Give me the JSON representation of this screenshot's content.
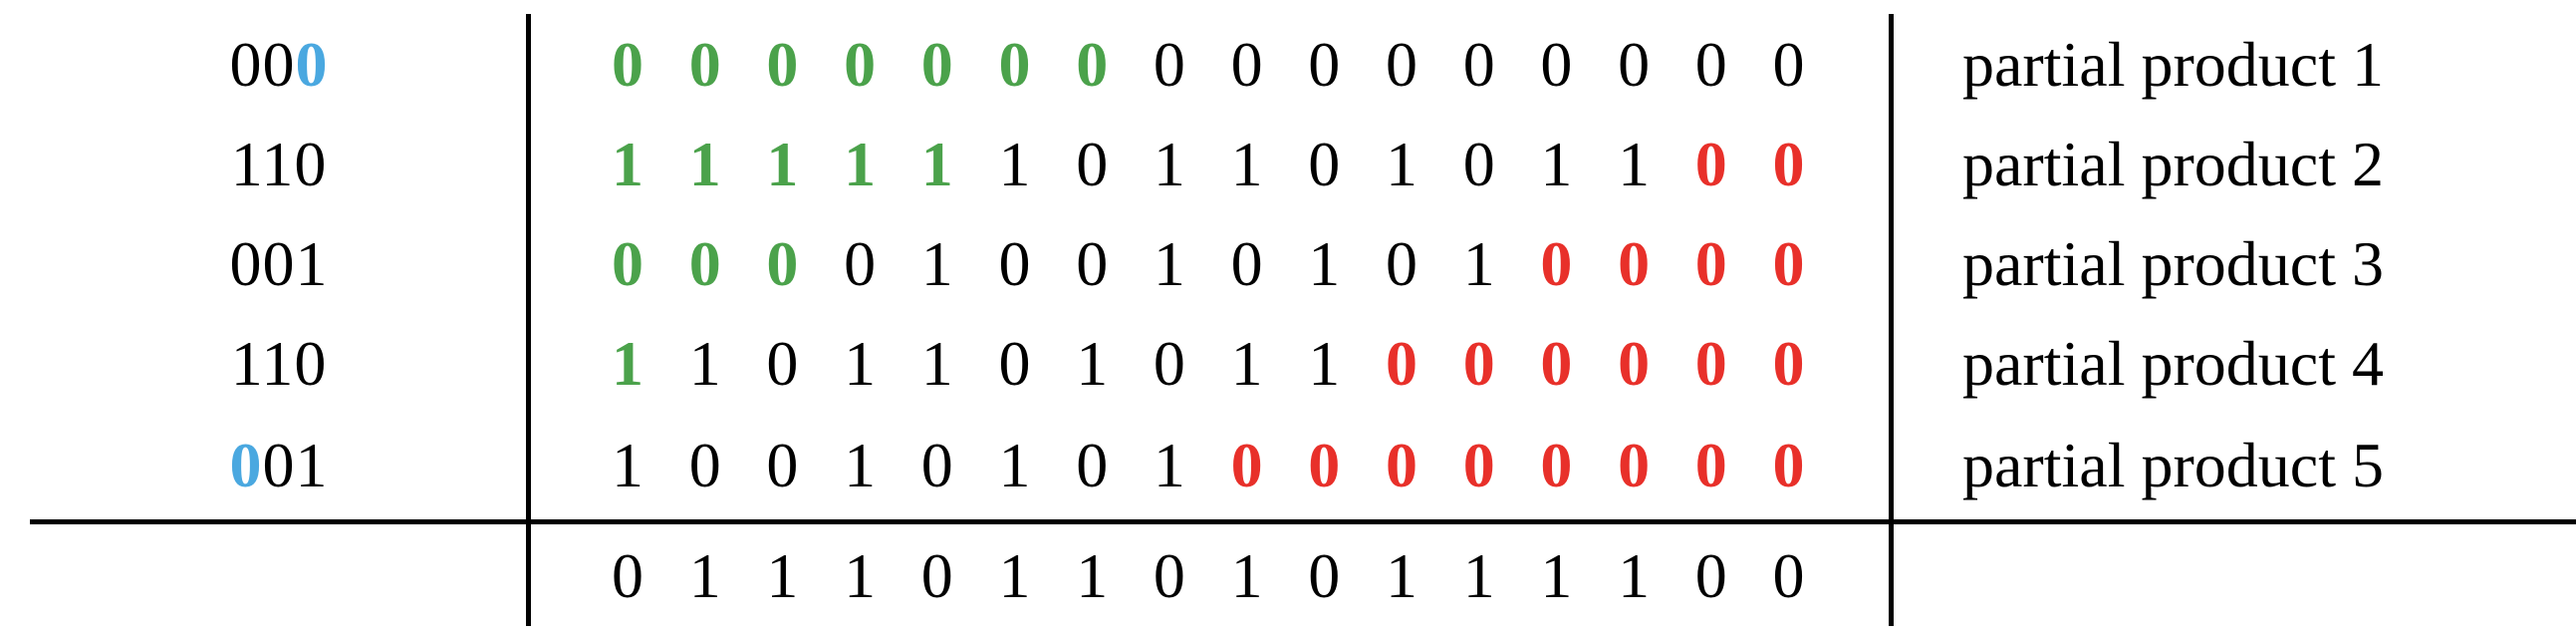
{
  "colors": {
    "default": "#000000",
    "sign_extension": "#4ba24b",
    "shifted_zero": "#e8302a",
    "booth_extra_bit": "#4aa8e0"
  },
  "rows": [
    {
      "booth": [
        {
          "text": "00",
          "color": "default"
        },
        {
          "text": "0",
          "color": "booth_extra_bit"
        }
      ],
      "bits": [
        "0",
        "0",
        "0",
        "0",
        "0",
        "0",
        "0",
        "0",
        "0",
        "0",
        "0",
        "0",
        "0",
        "0",
        "0",
        "0"
      ],
      "colors": [
        "sign_extension",
        "sign_extension",
        "sign_extension",
        "sign_extension",
        "sign_extension",
        "sign_extension",
        "sign_extension",
        "default",
        "default",
        "default",
        "default",
        "default",
        "default",
        "default",
        "default",
        "default"
      ],
      "label": "partial product 1"
    },
    {
      "booth": [
        {
          "text": "110",
          "color": "default"
        }
      ],
      "bits": [
        "1",
        "1",
        "1",
        "1",
        "1",
        "1",
        "0",
        "1",
        "1",
        "0",
        "1",
        "0",
        "1",
        "1",
        "0",
        "0"
      ],
      "colors": [
        "sign_extension",
        "sign_extension",
        "sign_extension",
        "sign_extension",
        "sign_extension",
        "default",
        "default",
        "default",
        "default",
        "default",
        "default",
        "default",
        "default",
        "default",
        "shifted_zero",
        "shifted_zero"
      ],
      "label": "partial product 2"
    },
    {
      "booth": [
        {
          "text": "001",
          "color": "default"
        }
      ],
      "bits": [
        "0",
        "0",
        "0",
        "0",
        "1",
        "0",
        "0",
        "1",
        "0",
        "1",
        "0",
        "1",
        "0",
        "0",
        "0",
        "0"
      ],
      "colors": [
        "sign_extension",
        "sign_extension",
        "sign_extension",
        "default",
        "default",
        "default",
        "default",
        "default",
        "default",
        "default",
        "default",
        "default",
        "shifted_zero",
        "shifted_zero",
        "shifted_zero",
        "shifted_zero"
      ],
      "label": "partial product 3"
    },
    {
      "booth": [
        {
          "text": "110",
          "color": "default"
        }
      ],
      "bits": [
        "1",
        "1",
        "0",
        "1",
        "1",
        "0",
        "1",
        "0",
        "1",
        "1",
        "0",
        "0",
        "0",
        "0",
        "0",
        "0"
      ],
      "colors": [
        "sign_extension",
        "default",
        "default",
        "default",
        "default",
        "default",
        "default",
        "default",
        "default",
        "default",
        "shifted_zero",
        "shifted_zero",
        "shifted_zero",
        "shifted_zero",
        "shifted_zero",
        "shifted_zero"
      ],
      "label": "partial product 4"
    },
    {
      "booth": [
        {
          "text": "0",
          "color": "booth_extra_bit"
        },
        {
          "text": "01",
          "color": "default"
        }
      ],
      "bits": [
        "1",
        "0",
        "0",
        "1",
        "0",
        "1",
        "0",
        "1",
        "0",
        "0",
        "0",
        "0",
        "0",
        "0",
        "0",
        "0"
      ],
      "colors": [
        "default",
        "default",
        "default",
        "default",
        "default",
        "default",
        "default",
        "default",
        "shifted_zero",
        "shifted_zero",
        "shifted_zero",
        "shifted_zero",
        "shifted_zero",
        "shifted_zero",
        "shifted_zero",
        "shifted_zero"
      ],
      "label": "partial product 5"
    }
  ],
  "result": {
    "bits": [
      "0",
      "1",
      "1",
      "1",
      "0",
      "1",
      "1",
      "0",
      "1",
      "0",
      "1",
      "1",
      "1",
      "1",
      "0",
      "0"
    ]
  }
}
